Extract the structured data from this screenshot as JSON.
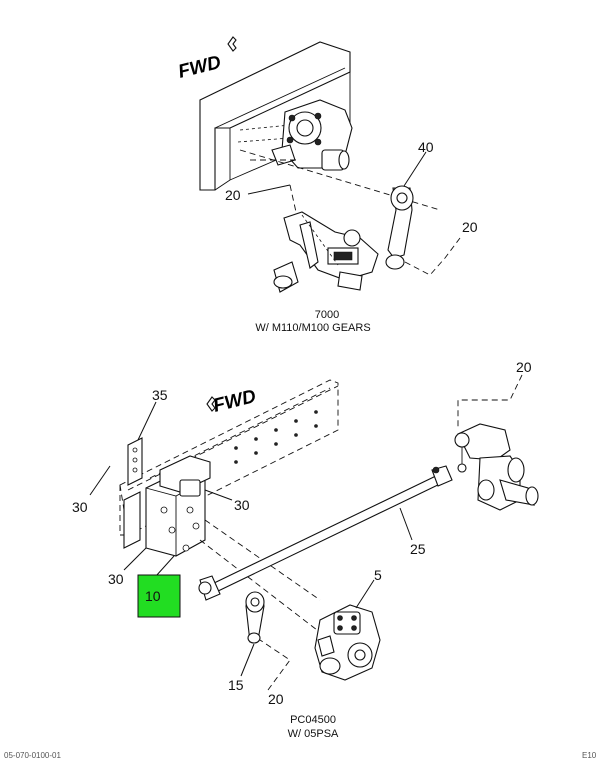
{
  "diagram": {
    "upper": {
      "fwd_label": "FWD",
      "callouts": {
        "c20_left": "20",
        "c40": "40",
        "c20_right": "20"
      },
      "caption_line1": "7000",
      "caption_line2": "W/ M110/M100 GEARS"
    },
    "lower": {
      "fwd_label": "FWD",
      "callouts": {
        "c35": "35",
        "c30_left": "30",
        "c30_mid": "30",
        "c30_bottom": "30",
        "c10": "10",
        "c20_top": "20",
        "c25": "25",
        "c5": "5",
        "c15": "15",
        "c20_bottom": "20"
      },
      "highlight_color": "#22dd22",
      "caption_line1": "PC04500",
      "caption_line2": "W/ 05PSA"
    },
    "footer_left": "05-070-0100-01",
    "footer_right": "E10"
  }
}
